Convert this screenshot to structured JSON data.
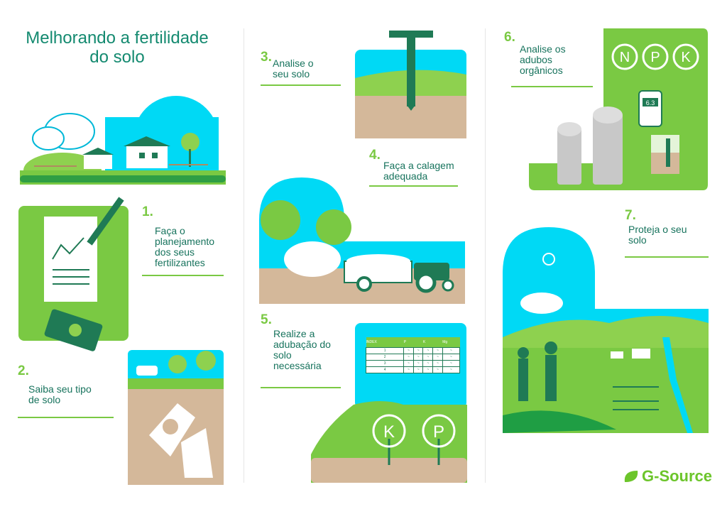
{
  "title": "Melhorando a fertilidade do solo",
  "steps": [
    {
      "number": "1.",
      "text": "Faça o planejamento dos seus fertilizantes"
    },
    {
      "number": "2.",
      "text": "Saiba seu tipo de solo"
    },
    {
      "number": "3.",
      "text": "Analise o seu solo"
    },
    {
      "number": "4.",
      "text": "Faça a calagem adequada"
    },
    {
      "number": "5.",
      "text": "Realize a adubação do solo necessária"
    },
    {
      "number": "6.",
      "text": "Analise os adubos orgânicos"
    },
    {
      "number": "7.",
      "text": "Proteja o seu solo"
    }
  ],
  "nutrient_table": {
    "headers": [
      "INDEX",
      "P",
      "K",
      "Mg"
    ],
    "rows": [
      "1",
      "2",
      "3",
      "4"
    ],
    "cell": "~"
  },
  "nutrients_step5": [
    "K",
    "P"
  ],
  "nutrients_step6": [
    "N",
    "P",
    "K"
  ],
  "ph_meter": "6.3",
  "brand": "G-Source",
  "colors": {
    "title": "#148a70",
    "accent": "#7ac943",
    "sky": "#00d9f5",
    "soil": "#d4b89a",
    "dark_green": "#1f7a55"
  }
}
